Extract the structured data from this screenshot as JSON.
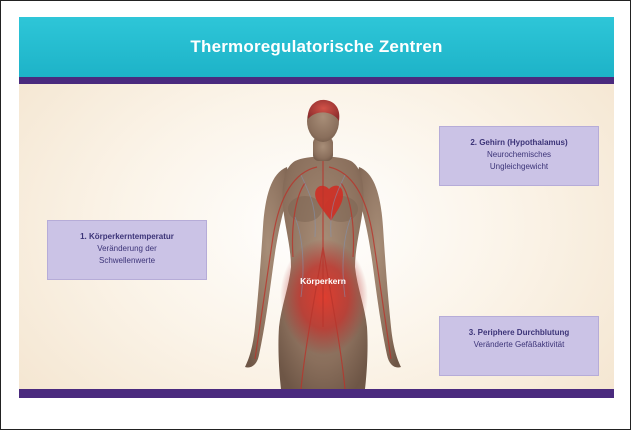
{
  "slide": {
    "title": "Thermoregulatorische Zentren",
    "core_label": "Körperkern"
  },
  "boxes": [
    {
      "heading": "1. Körperkerntemperatur",
      "lines": [
        "Veränderung der",
        "Schwellenwerte"
      ]
    },
    {
      "heading": "2. Gehirn (Hypothalamus)",
      "lines": [
        "Neurochemisches",
        "Ungleichgewicht"
      ]
    },
    {
      "heading": "3. Periphere Durchblutung",
      "lines": [
        "Veränderte Gefäßaktivität"
      ]
    }
  ],
  "colors": {
    "header": "#1db3c8",
    "band": "#4a2a7e",
    "box_fill": "#cbc3e6",
    "box_text": "#3c3478",
    "core_glow": "#d6342a"
  }
}
